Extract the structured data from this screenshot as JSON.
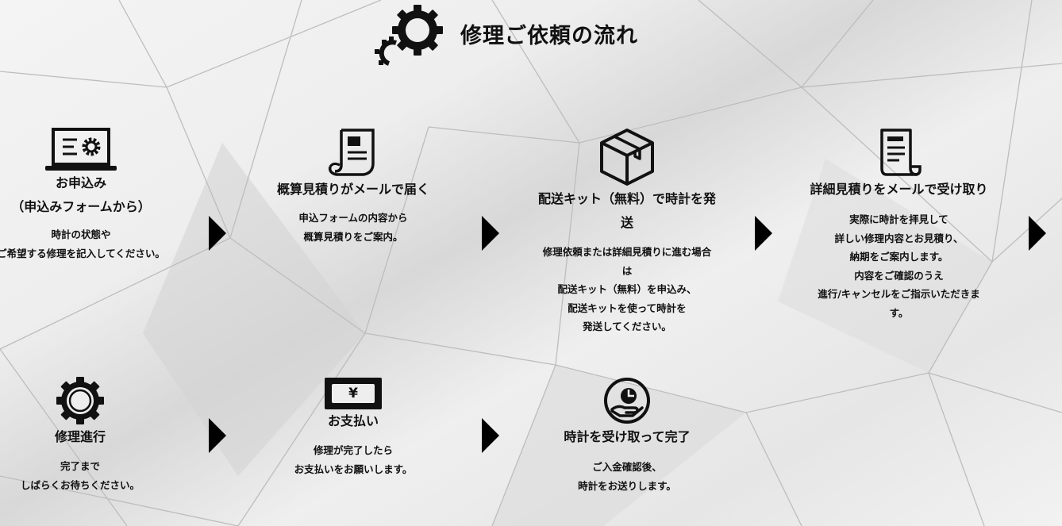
{
  "page": {
    "title": "修理ご依頼の流れ"
  },
  "steps": [
    {
      "title": "お申込み\n（申込みフォームから）",
      "desc": "時計の状態や\nご希望する修理を記入してください。",
      "icon": "laptop-gear-icon"
    },
    {
      "title": "概算見積りがメールで届く",
      "desc": "申込フォームの内容から\n概算見積りをご案内。",
      "icon": "scroll-document-icon"
    },
    {
      "title": "配送キット（無料）で時計を発\n送",
      "desc": "修理依頼または詳細見積りに進む場合\nは\n配送キット（無料）を申込み、\n配送キットを使って時計を\n発送してください。",
      "icon": "box-icon"
    },
    {
      "title": "詳細見積りをメールで受け取り",
      "desc": "実際に時計を拝見して\n詳しい修理内容とお見積り、\n納期をご案内します。\n内容をご確認のうえ\n進行/キャンセルをご指示いただきま\nす。",
      "icon": "document-icon"
    },
    {
      "title": "修理進行",
      "desc": "完了まで\nしばらくお待ちください。",
      "icon": "gear-icon"
    },
    {
      "title": "お支払い",
      "desc": "修理が完了したら\nお支払いをお願いします。",
      "icon": "yen-bill-icon",
      "icon_text": "¥"
    },
    {
      "title": "時計を受け取って完了",
      "desc": "ご入金確認後、\n時計をお送りします。",
      "icon": "hand-clock-icon"
    }
  ],
  "colors": {
    "text": "#111111",
    "icon": "#111111",
    "arrow": "#000000"
  }
}
